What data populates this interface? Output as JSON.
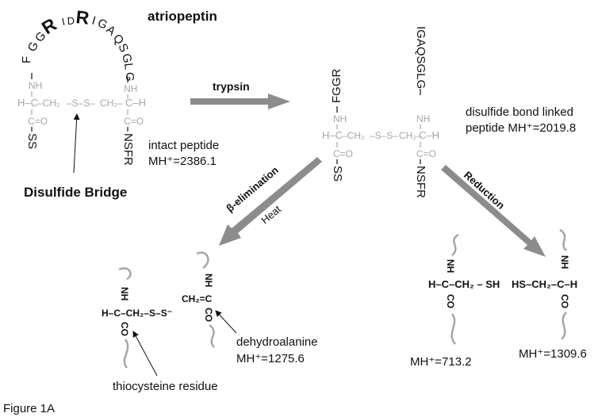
{
  "colors": {
    "gray_structure": "#a6a6a6",
    "black_text": "#111111",
    "arrow_gray": "#8c8c8c"
  },
  "intact": {
    "title": "atriopeptin",
    "sequence": [
      "F",
      "G",
      "G",
      "R",
      "I",
      "D",
      "R",
      "I",
      "G",
      "A",
      "Q",
      "S",
      "G",
      "L",
      "G"
    ],
    "tail_right": "NSFR",
    "tail_left": "SS",
    "nh_left": "NH",
    "nh_right": "NH",
    "ch_left": "H–C",
    "ch_right": "C–H",
    "ch2_left": "–CH₂",
    "bridge": "–S–S–",
    "ch2_right": "CH₂–",
    "co_left": "C=O",
    "co_right": "C=O",
    "caption": "intact peptide",
    "mass": "MH⁺=2386.1",
    "bridge_label": "Disulfide Bridge"
  },
  "trypsin_label": "trypsin",
  "linked": {
    "seq_left": "FGGR",
    "seq_right": "IGAQSGLG",
    "nh_left": "NH",
    "nh_right": "NH",
    "ch_left": "H–C",
    "ch_right": "C–H",
    "ch2_left": "–CH₂",
    "bridge": "–S–S–",
    "ch2_right": "CH₂–",
    "co_left": "C=O",
    "co_right": "C=O",
    "tail_left": "SS",
    "tail_right": "NSFR",
    "caption": "disulfide bond linked",
    "mass": "peptide MH⁺=2019.8"
  },
  "elimination": {
    "label_top": "β-elimination",
    "label_bottom": "Heat",
    "left_nh": "NH",
    "left_chain": "H–C–CH₂–S–S⁻",
    "left_co": "CO",
    "right_nh": "NH",
    "right_chain": "CH₂=C",
    "right_co": "CO",
    "dehydro_name": "dehydroalanine",
    "dehydro_mass": "MH⁺=1275.6",
    "thio_name": "thiocysteine residue"
  },
  "reduction": {
    "label": "Reduction",
    "left_nh": "NH",
    "left_chain": "H–C–CH₂ – SH",
    "left_co": "CO",
    "left_mass": "MH⁺=713.2",
    "right_nh": "NH",
    "right_chain": "HS–CH₂–C–H",
    "right_co": "CO",
    "right_mass": "MH⁺=1309.6"
  },
  "figure_label": "Figure 1A"
}
